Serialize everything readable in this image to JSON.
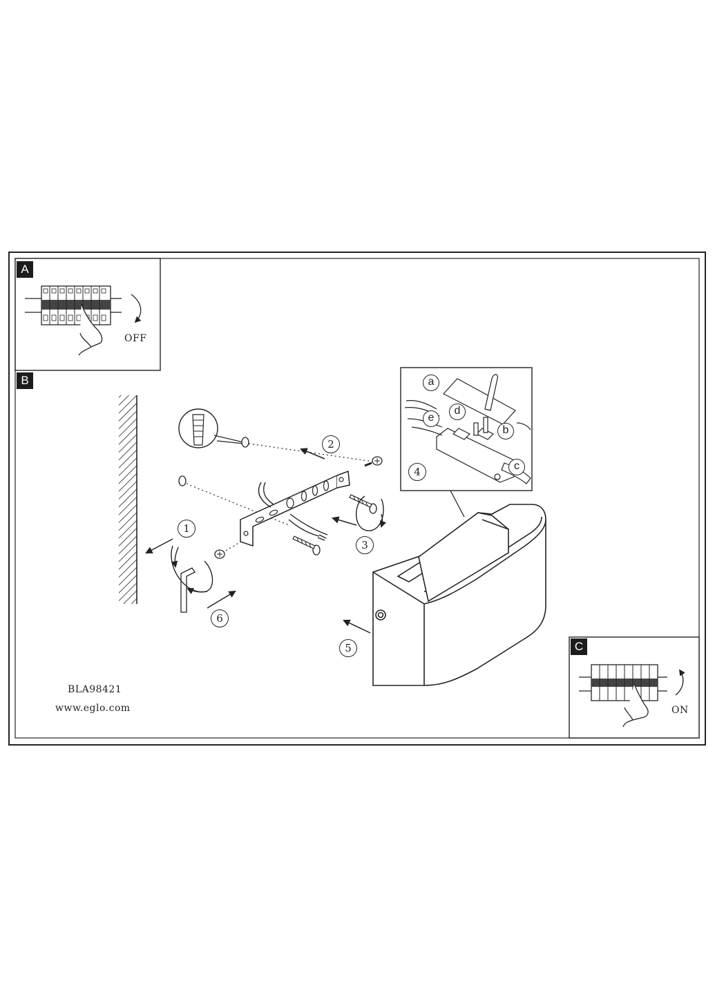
{
  "panels": {
    "a": {
      "tag": "A",
      "switch_label": "OFF"
    },
    "b": {
      "tag": "B"
    },
    "c": {
      "tag": "C",
      "switch_label": "ON"
    }
  },
  "steps": [
    "1",
    "2",
    "3",
    "4",
    "5",
    "6"
  ],
  "wire_labels": [
    "a",
    "b",
    "c",
    "d",
    "e"
  ],
  "footer": {
    "model": "BLA98421",
    "website": "www.eglo.com"
  }
}
